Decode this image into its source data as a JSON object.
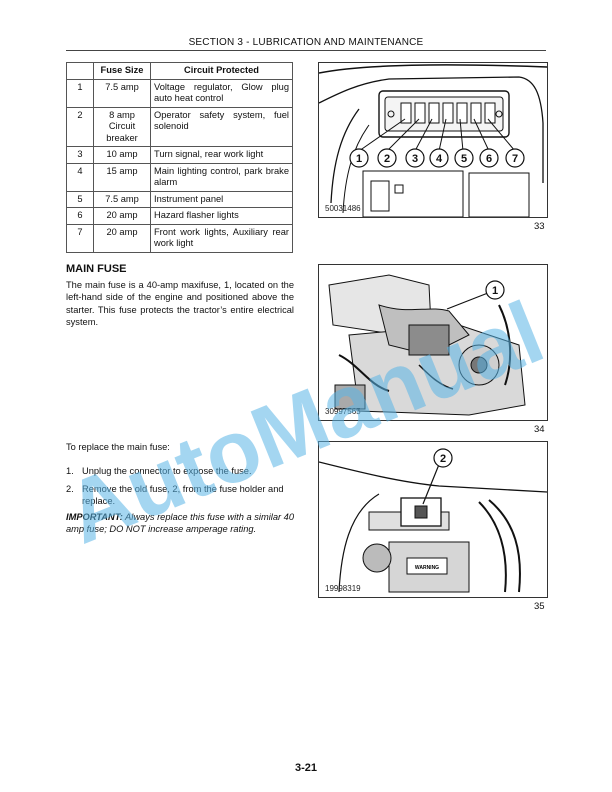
{
  "header": {
    "title": "SECTION 3 - LUBRICATION AND MAINTENANCE"
  },
  "fuse_table": {
    "headers": [
      "",
      "Fuse Size",
      "Circuit Protected"
    ],
    "rows": [
      {
        "num": "1",
        "size": "7.5 amp",
        "circuit": "Voltage regulator, Glow plug auto heat control"
      },
      {
        "num": "2",
        "size": "8 amp Circuit breaker",
        "circuit": "Operator safety system, fuel solenoid"
      },
      {
        "num": "3",
        "size": "10 amp",
        "circuit": "Turn signal, rear work light"
      },
      {
        "num": "4",
        "size": "15 amp",
        "circuit": "Main lighting control, park brake alarm"
      },
      {
        "num": "5",
        "size": "7.5 amp",
        "circuit": "Instrument panel"
      },
      {
        "num": "6",
        "size": "20 amp",
        "circuit": "Hazard flasher lights"
      },
      {
        "num": "7",
        "size": "20 amp",
        "circuit": "Front work lights, Auxiliary rear work light"
      }
    ]
  },
  "figures": {
    "fig33": {
      "code": "50031486",
      "number": "33",
      "callouts": [
        "1",
        "2",
        "3",
        "4",
        "5",
        "6",
        "7"
      ]
    },
    "fig34": {
      "code": "30997565",
      "number": "34",
      "callouts": [
        "1"
      ]
    },
    "fig35": {
      "code": "19998319",
      "number": "35",
      "callouts": [
        "2"
      ],
      "label_text": "WARNING"
    }
  },
  "main_fuse": {
    "heading": "MAIN FUSE",
    "body": "The main fuse is a 40-amp maxifuse, 1, located on the left-hand side of the engine and positioned above the starter. This fuse protects the tractor’s entire electrical system."
  },
  "replace": {
    "intro": "To replace the main fuse:",
    "steps": [
      {
        "n": "1.",
        "text": "Unplug the connector to expose the fuse."
      },
      {
        "n": "2.",
        "text": "Remove the old fuse, 2, from the fuse holder and replace."
      }
    ],
    "important_label": "IMPORTANT:",
    "important_text": " Always replace this fuse with a similar 40 amp fuse; DO NOT increase amperage rating."
  },
  "watermark": {
    "text": "AutoManual",
    "color": "#5ab4e6"
  },
  "footer": {
    "page": "3-21"
  }
}
